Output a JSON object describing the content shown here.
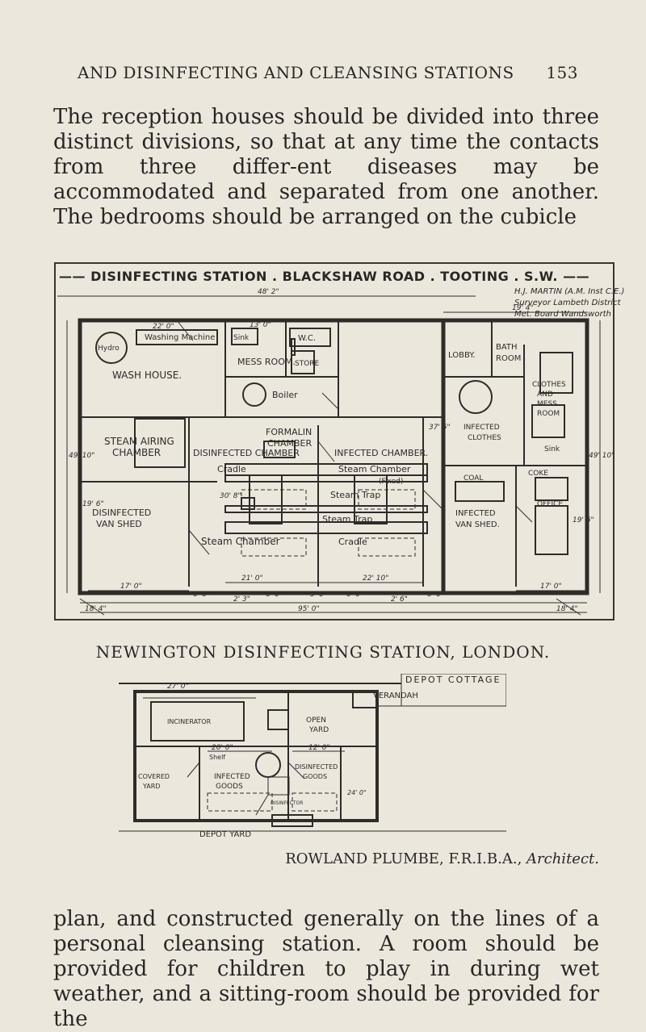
{
  "page_header": {
    "title": "AND DISINFECTING AND CLEANSING STATIONS",
    "page_number": "153"
  },
  "paragraph_top": "The reception houses should be divided into three distinct divisions, so that at any time the contacts from three differ-ent diseases may be accommodated and separated from one another. The bedrooms should be arranged on the cubicle",
  "plan_1": {
    "title": "DISINFECTING STATION . BLACKSHAW ROAD . TOOTING . S.W.",
    "author_lines": [
      "H.J. MARTIN (A.M. Inst C.E.)",
      "Surveyor Lambeth District",
      "Met. Board Wandsworth"
    ],
    "rooms": {
      "wash_house": "WASH HOUSE.",
      "wash_hdr": "Washing Machine",
      "hydro": "Hydro",
      "mess_room": "MESS ROOM.",
      "sink": "Sink",
      "wc": "W.C.",
      "store": "STORE",
      "boiler": "Boiler",
      "steam_airing": "STEAM AIRING",
      "chamber": "CHAMBER",
      "formalin": "FORMALIN",
      "formalin_chamber": "CHAMBER",
      "lobby": "LOBBY.",
      "bath_room": "BATH",
      "room": "ROOM",
      "clothes": "CLOTHES",
      "and": "AND",
      "mess": "MESS",
      "room2": "ROOM",
      "infected_clothes_1": "INFECTED",
      "infected_clothes_2": "CLOTHES",
      "sink2": "Sink",
      "coal": "COAL",
      "coke": "COKE",
      "office": "OFFICE",
      "disinfected_chamber": "DISINFECTED CHAMBER",
      "infected_chamber": "INFECTED CHAMBER.",
      "cradle": "Cradle",
      "steam_chamber": "Steam Chamber",
      "fixed": "(Fixed)",
      "steam_trap": "Steam Trap",
      "steam_trap2": "Steam Trap",
      "steam_chamber2": "Steam Chamber",
      "cradle2": "Cradle",
      "disinfected_van_shed_1": "DISINFECTED",
      "disinfected_van_shed_2": "VAN SHED",
      "infected_van_shed_1": "INFECTED",
      "infected_van_shed_2": "VAN SHED."
    },
    "dimensions": {
      "overall_top": "48' 2\"",
      "overall_bottom": "95' 0\"",
      "left_run": "22' 0\"",
      "mess_run": "13' 0\"",
      "right_run": "19' 4\"",
      "height_left": "49' 10\"",
      "height_right": "49' 10\"",
      "mid_left": "21' 0\"",
      "mid_right": "22' 10\"",
      "bottom_left": "17' 0\"",
      "bottom_right": "17' 0\"",
      "seg_a": "6' 6\"",
      "seg_b": "2' 3\"",
      "seg_c": "6' 6\"",
      "seg_d": "3' 6\"",
      "seg_e": "8' 6\"",
      "seg_f": "2' 6\"",
      "seg_g": "6' 6\"",
      "corner_l": "18' 4\"",
      "corner_r": "18' 4\"",
      "vert_mid": "30' 8\"",
      "vert_mid2": "37' 5\"",
      "left_side": "19' 6\"",
      "right_side": "19' 6\""
    }
  },
  "caption": "NEWINGTON DISINFECTING STATION, LONDON.",
  "plan_2": {
    "depot_cottage": "DEPOT COTTAGE",
    "verandah": "VERANDAH",
    "incinerator": "INCINERATOR",
    "open_yard_1": "OPEN",
    "open_yard_2": "YARD",
    "shelf": "Shelf",
    "covered_yard_1": "COVERED",
    "covered_yard_2": "YARD",
    "infected_goods_1": "INFECTED",
    "infected_goods_2": "GOODS",
    "disinfected_goods_1": "DISINFECTED",
    "disinfected_goods_2": "GOODS",
    "disinfector": "DISINFECTOR",
    "depot_yard": "DEPOT YARD",
    "dim_27": "27' 0\"",
    "dim_20": "20' 0\"",
    "dim_12": "12' 0\"",
    "dim_side": "24' 0\""
  },
  "credit": {
    "name": "ROWLAND PLUMBE, F.R.I.B.A.,",
    "role": "Architect."
  },
  "paragraph_bottom": "plan, and constructed generally on the lines of a personal cleansing station. A room should be provided for children to play in during wet weather, and a sitting-room should be provided for the"
}
